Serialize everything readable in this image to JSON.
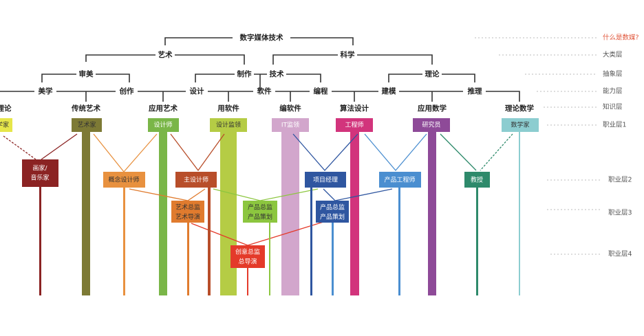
{
  "title": "数字媒体技术",
  "legend": {
    "question": "什么是数媒?",
    "layers": [
      "大类层",
      "抽象层",
      "能力层",
      "知识层",
      "职业层1",
      "职业层2",
      "职业层3",
      "职业层4"
    ]
  },
  "tree": {
    "category": [
      "艺术",
      "科学"
    ],
    "abstract": [
      "审美",
      "制作",
      "技术",
      "理论"
    ],
    "ability": [
      "美学",
      "创作",
      "设计",
      "软件",
      "编程",
      "建模",
      "推理"
    ],
    "knowledge": [
      "理论",
      "传统艺术",
      "应用艺术",
      "用软件",
      "编软件",
      "算法设计",
      "应用数学",
      "理论数学"
    ]
  },
  "careers1": [
    "学家",
    "艺术家",
    "设计师",
    "设计监领",
    "IT监领",
    "工程师",
    "研究员",
    "数学家"
  ],
  "careers2": [
    "画家/",
    "音乐家",
    "概念设计师",
    "主设计师",
    "项目经理",
    "产品工程师",
    "教授"
  ],
  "careers3": [
    "艺术总监",
    "艺术导演",
    "产品总监",
    "产品策划",
    "产品总监",
    "产品策划"
  ],
  "careers4": [
    "创意总监",
    "总导演"
  ],
  "colors": {
    "scholar": "#e6e64a",
    "artist": "#7d7a35",
    "designer": "#7ab648",
    "design_lead": "#b5cc45",
    "it_lead": "#d2a6cc",
    "engineer": "#d2347c",
    "researcher": "#8e4a98",
    "mathematician": "#8ccdd0",
    "painter": "#8b2323",
    "concept": "#e8913f",
    "lead_designer": "#b84e2a",
    "pm": "#2f56a0",
    "product_eng": "#4a8ed0",
    "professor": "#2e8a6b",
    "art_director": "#e07b2e",
    "product_dir_green": "#8cc63f",
    "creative_dir": "#e43a2a",
    "question": "#e0553a"
  }
}
